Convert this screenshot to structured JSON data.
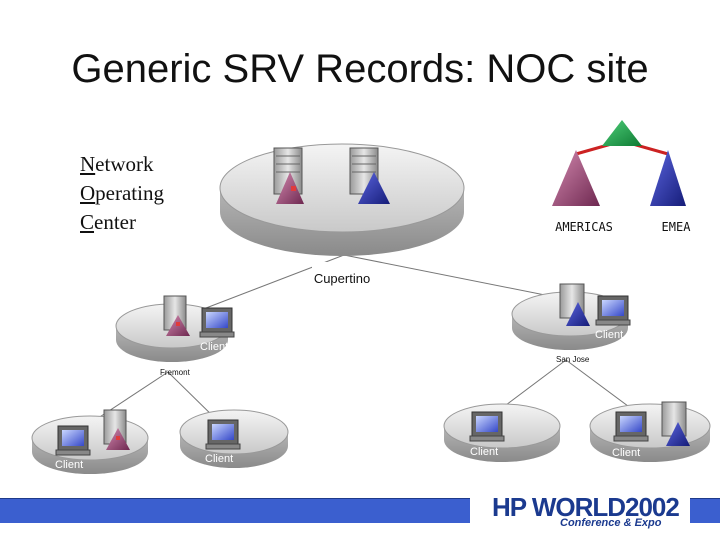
{
  "title": "Generic SRV Records: NOC site",
  "noc": {
    "line1": "Network",
    "line2": "Operating",
    "line3": "Center"
  },
  "sites": {
    "main": "Cupertino",
    "left": "Fremont",
    "right": "San Jose"
  },
  "regions": {
    "left": "AMERICAS",
    "right": "EMEA"
  },
  "client_label": "Client",
  "logo": {
    "brand": "HP WORLD",
    "year": "2002",
    "subtitle": "Conference & Expo"
  },
  "colors": {
    "americas_triangle": "#a24a78",
    "emea_triangle": "#2b35a8",
    "root_triangle": "#17a34a",
    "link_red": "#cc2222",
    "footer_blue": "#3b5fcf"
  }
}
